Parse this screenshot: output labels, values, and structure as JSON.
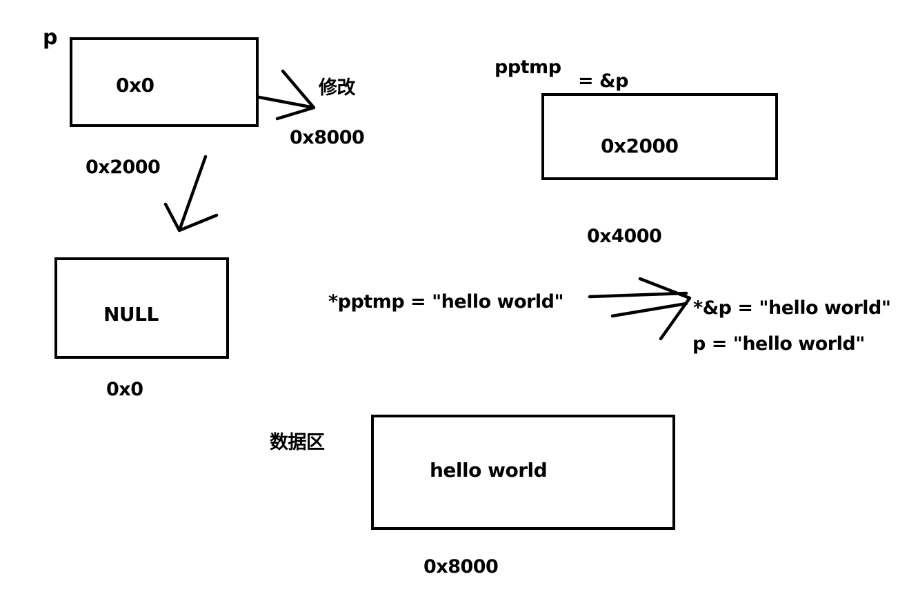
{
  "pointer_p": {
    "name": "p",
    "value": "0x0",
    "address": "0x2000",
    "modify_note": "修改",
    "modify_target": "0x8000"
  },
  "null_block": {
    "value": "NULL",
    "address": "0x0"
  },
  "pointer_pptmp": {
    "name": "pptmp",
    "assign": "= &p",
    "value": "0x2000",
    "address": "0x4000"
  },
  "expressions": {
    "deref_assign": "*pptmp = \"hello world\"",
    "equiv_1": "*&p = \"hello world\"",
    "equiv_2": "p = \"hello world\""
  },
  "data_area": {
    "label": "数据区",
    "value": "hello world",
    "address": "0x8000"
  },
  "colors": {
    "ink": "#000000",
    "background": "#ffffff"
  }
}
